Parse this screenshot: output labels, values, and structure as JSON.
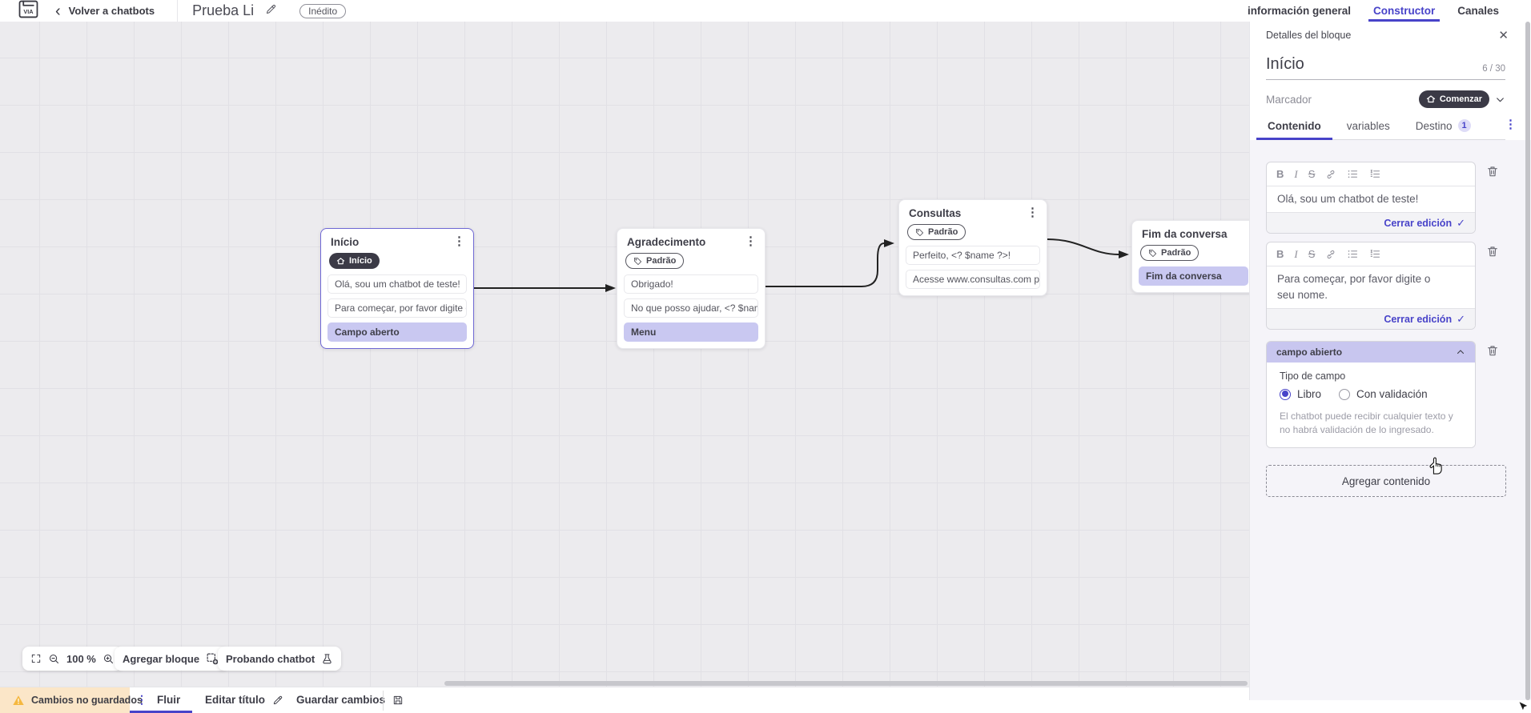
{
  "header": {
    "back_label": "Volver a chatbots",
    "title": "Prueba Li",
    "status_badge": "Inédito",
    "tabs": [
      {
        "label": "información general",
        "active": false
      },
      {
        "label": "Constructor",
        "active": true
      },
      {
        "label": "Canales",
        "active": false
      }
    ]
  },
  "canvas": {
    "blocks": [
      {
        "title": "Início",
        "badge": "Início",
        "items": [
          "Olá, sou um chatbot de teste!",
          "Para começar, por favor digite o ...",
          "Campo aberto"
        ]
      },
      {
        "title": "Agradecimento",
        "badge": "Padrão",
        "items": [
          "Obrigado!",
          "No que posso ajudar, <? $name ...",
          "Menu"
        ]
      },
      {
        "title": "Consultas",
        "badge": "Padrão",
        "items": [
          "Perfeito, <? $name ?>!",
          "Acesse www.consultas.com par..."
        ]
      },
      {
        "title": "Fim da conversa",
        "badge": "Padrão",
        "items": [
          "Fim da conversa"
        ]
      }
    ],
    "toolbar": {
      "zoom_level": "100 %",
      "add_block_label": "Agregar bloque",
      "test_label": "Probando chatbot"
    }
  },
  "panel": {
    "title": "Detalles del bloque",
    "block_name": "Início",
    "counter": "6 / 30",
    "marker_label": "Marcador",
    "marker_value": "Comenzar",
    "tabs": [
      {
        "label": "Contenido",
        "active": true
      },
      {
        "label": "variables",
        "active": false
      },
      {
        "label": "Destino",
        "active": false,
        "badge": "1"
      }
    ],
    "editors": [
      {
        "text": "Olá, sou um chatbot de teste!",
        "close_label": "Cerrar edición"
      },
      {
        "text": "Para começar, por favor digite o seu nome.",
        "close_label": "Cerrar edición"
      }
    ],
    "open_field": {
      "header": "campo abierto",
      "type_label": "Tipo de campo",
      "options": [
        {
          "label": "Libro",
          "selected": true
        },
        {
          "label": "Con validación",
          "selected": false
        }
      ],
      "help": "El chatbot puede recibir cualquier texto y no habrá validación de lo ingresado."
    },
    "add_content_label": "Agregar contenido"
  },
  "footer": {
    "warning": "Cambios no guardados",
    "flow_tab": "Fluir",
    "edit_title": "Editar título",
    "save": "Guardar cambios"
  },
  "icons": {
    "back": "‹",
    "close": "✕",
    "check": "✓",
    "dots": "⋮",
    "bold": "B",
    "italic": "I",
    "strike": "S"
  },
  "colors": {
    "accent": "#4843c9",
    "lavender": "#c9c8f1",
    "dark_pill": "#3b3a46",
    "canvas_bg": "#ecebee",
    "warning_bg": "#fbe6c8"
  }
}
